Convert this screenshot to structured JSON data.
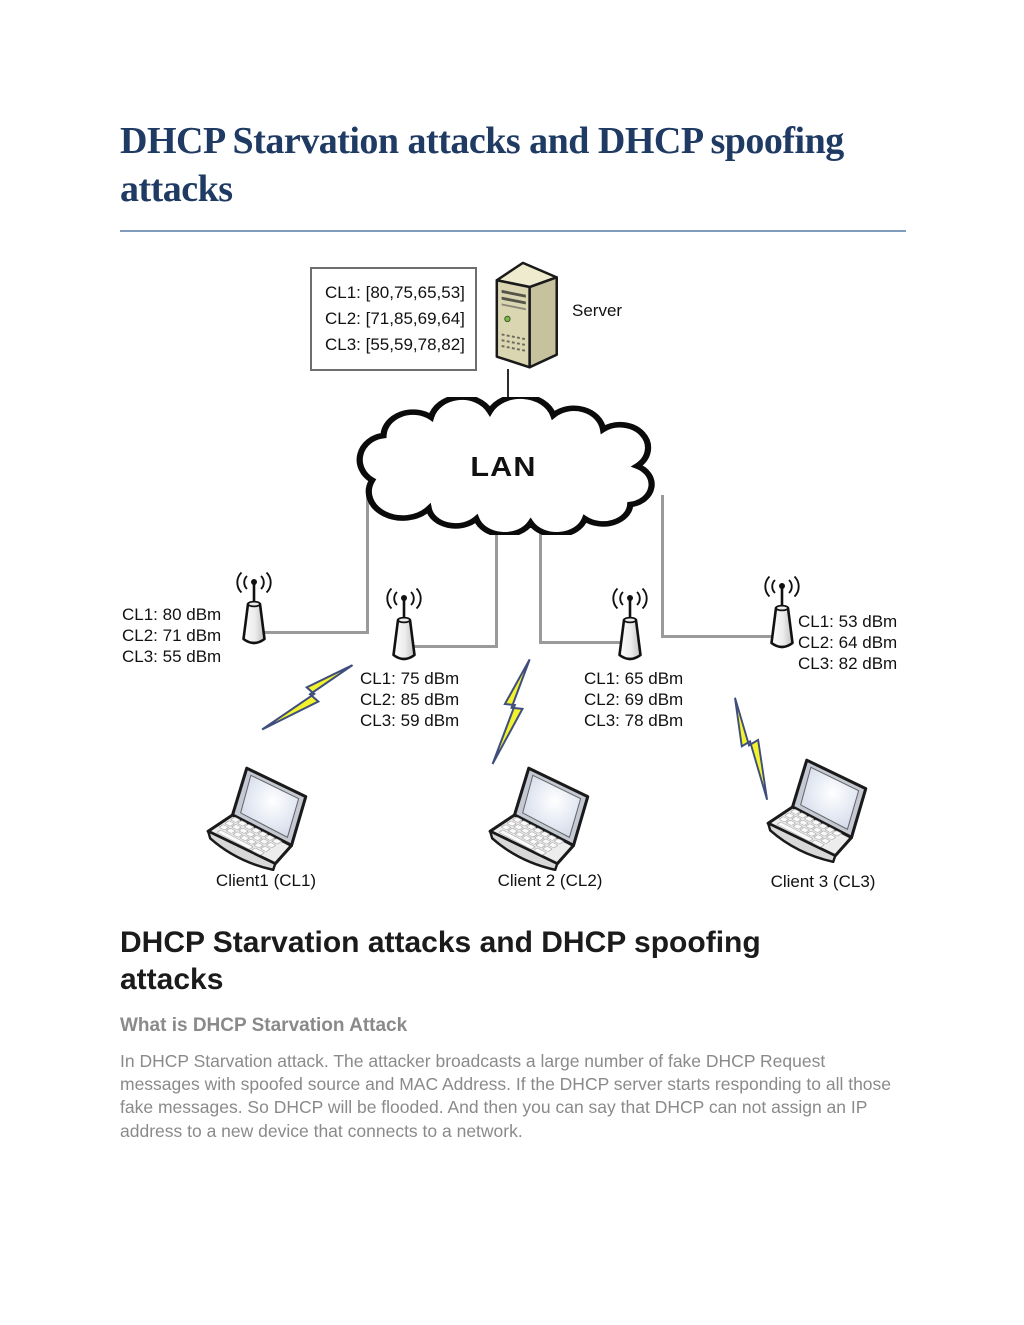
{
  "page": {
    "title": "DHCP Starvation attacks and DHCP spoofing attacks",
    "section_heading": "DHCP Starvation attacks and DHCP spoofing attacks",
    "sub_heading": "What is DHCP Starvation Attack",
    "body": "In DHCP Starvation attack. The attacker broadcasts a large number of fake DHCP Request messages with spoofed source and MAC Address. If the DHCP server starts responding to all those fake messages. So DHCP will be flooded. And then you can say that DHCP can not assign an IP address to a new device that connects to a network."
  },
  "diagram": {
    "values_box": {
      "lines": [
        "CL1: [80,75,65,53]",
        "CL2: [71,85,69,64]",
        "CL3: [55,59,78,82]"
      ]
    },
    "server_label": "Server",
    "lan_label": "LAN",
    "access_points": [
      {
        "readings": [
          "CL1: 80 dBm",
          "CL2: 71 dBm",
          "CL3: 55 dBm"
        ]
      },
      {
        "readings": [
          "CL1: 75 dBm",
          "CL2: 85 dBm",
          "CL3: 59 dBm"
        ]
      },
      {
        "readings": [
          "CL1: 65 dBm",
          "CL2: 69 dBm",
          "CL3: 78 dBm"
        ]
      },
      {
        "readings": [
          "CL1: 53 dBm",
          "CL2: 64 dBm",
          "CL3: 82 dBm"
        ]
      }
    ],
    "clients": [
      {
        "label": "Client1 (CL1)"
      },
      {
        "label": "Client 2 (CL2)"
      },
      {
        "label": "Client 3 (CL3)"
      }
    ]
  },
  "colors": {
    "title": "#1f3a63",
    "rule": "#7f9cba",
    "muted_text": "#8a8a8a",
    "bolt_fill": "#f2f32c",
    "bolt_stroke": "#3f4e7e",
    "server_front": "#dbd6b2",
    "line_gray": "#9a9a9a"
  }
}
